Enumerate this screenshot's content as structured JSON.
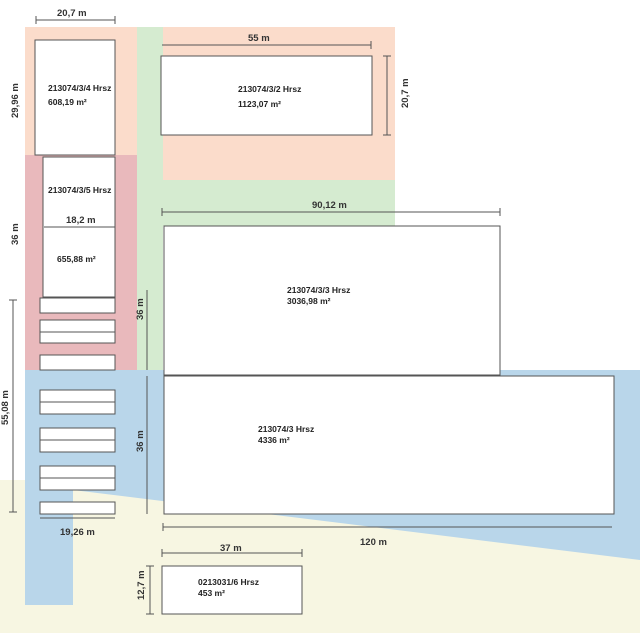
{
  "colors": {
    "salmon": "#fbdccb",
    "green": "#d5ebd0",
    "rose": "#e9b9bc",
    "blue": "#b9d6ea",
    "yellow": "#f7f6e2"
  },
  "parcels": [
    {
      "id": "213074/3/4 Hrsz",
      "area": "608,19 m²"
    },
    {
      "id": "213074/3/2 Hrsz",
      "area": "1123,07 m²"
    },
    {
      "id": "213074/3/5 Hrsz",
      "area": "655,88 m²"
    },
    {
      "id": "213074/3/3 Hrsz",
      "area": "3036,98 m²"
    },
    {
      "id": "213074/3 Hrsz",
      "area": "4336 m²"
    },
    {
      "id": "0213031/6 Hrsz",
      "area": "453 m²"
    }
  ],
  "dimensions": {
    "top_left_width": "20,7 m",
    "left_height_1": "29,96 m",
    "b2_width": "55 m",
    "b2_height": "20,7 m",
    "b5_width": "18,2 m",
    "left_height_2": "36 m",
    "b3_width": "90,12 m",
    "b3_height": "36 m",
    "b_main_height": "36 m",
    "parking_height": "55,08 m",
    "parking_width": "19,26 m",
    "main_width": "120 m",
    "b6_width": "37 m",
    "b6_height": "12,7 m"
  }
}
